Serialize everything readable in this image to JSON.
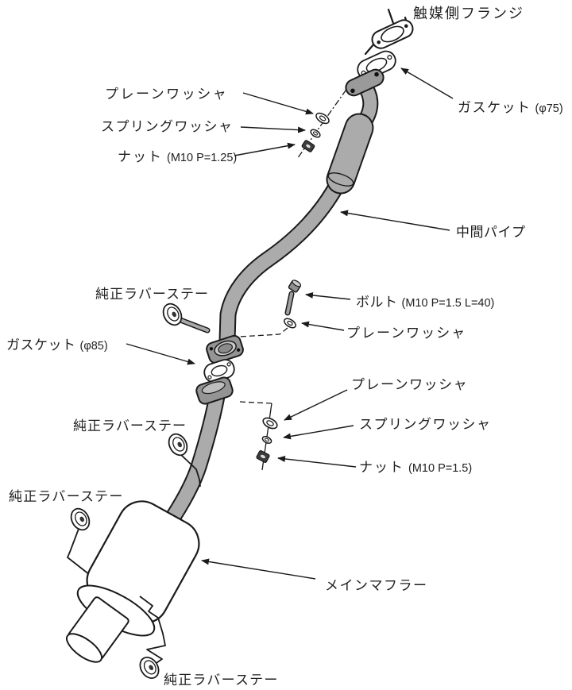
{
  "diagram": {
    "background": "#ffffff",
    "line_color": "#1a1a1a",
    "pipe_color": "#ababab",
    "flange_color": "#949494",
    "labels": {
      "catalyst_flange": {
        "text": "触媒側フランジ"
      },
      "gasket_75": {
        "text": "ガスケット",
        "sub": "(φ75)"
      },
      "plain_washer_top": {
        "text": "プレーンワッシャ"
      },
      "spring_washer_top": {
        "text": "スプリングワッシャ"
      },
      "nut_top": {
        "text": "ナット",
        "sub": "(M10 P=1.25)"
      },
      "mid_pipe": {
        "text": "中間パイプ"
      },
      "rubber_stay_1": {
        "text": "純正ラバーステー"
      },
      "bolt": {
        "text": "ボルト",
        "sub": "(M10 P=1.5 L=40)"
      },
      "plain_washer_mid": {
        "text": "プレーンワッシャ"
      },
      "gasket_85": {
        "text": "ガスケット",
        "sub": "(φ85)"
      },
      "plain_washer_low": {
        "text": "プレーンワッシャ"
      },
      "spring_washer_low": {
        "text": "スプリングワッシャ"
      },
      "nut_low": {
        "text": "ナット",
        "sub": "(M10 P=1.5)"
      },
      "rubber_stay_2": {
        "text": "純正ラバーステー"
      },
      "rubber_stay_3": {
        "text": "純正ラバーステー"
      },
      "main_muffler": {
        "text": "メインマフラー"
      },
      "rubber_stay_4": {
        "text": "純正ラバーステー"
      }
    }
  }
}
